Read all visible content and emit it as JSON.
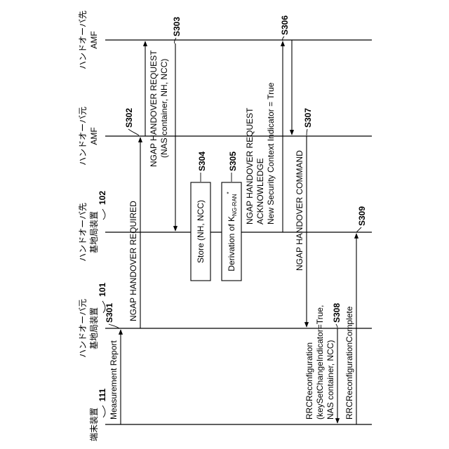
{
  "lanes": {
    "target_amf": {
      "line1": "ハンドオーバ先",
      "line2": "AMF"
    },
    "source_amf": {
      "line1": "ハンドオーバ元",
      "line2": "AMF"
    },
    "target_bs": {
      "line1": "ハンドオーバ先",
      "line2": "基地局装置",
      "ref": "102"
    },
    "source_bs": {
      "line1": "ハンドオーバ元",
      "line2": "基地局装置",
      "ref": "101"
    },
    "terminal": {
      "line1": "端末装置",
      "ref": "111"
    }
  },
  "steps": {
    "s301": {
      "id": "S301",
      "label": "Measurement Report"
    },
    "s302": {
      "id": "S302",
      "label": "NGAP HANDOVER REQUIRED"
    },
    "s303": {
      "id": "S303",
      "line1": "NGAP HANDOVER REQUEST",
      "line2": "(NAS container, NH, NCC)"
    },
    "s304": {
      "id": "S304",
      "label": "Store (NH, NCC)"
    },
    "s305": {
      "id": "S305",
      "label_prefix": "Derivation of K",
      "label_sub": "NG-RAN",
      "label_sup": "*"
    },
    "s306": {
      "id": "S306",
      "line1": "NGAP HANDOVER REQUEST",
      "line2": "ACKNOWLEDGE",
      "line3": "New Security Context Indicator = True"
    },
    "s307": {
      "id": "S307",
      "label": "NGAP HANDOVER COMMAND"
    },
    "s308": {
      "id": "S308",
      "line1": "RRCReconfiguration",
      "line2": "(keySetChangeIndicator=True,",
      "line3": "NAS container, NCC)"
    },
    "s309": {
      "id": "S309",
      "label": "RRCReconfigurationComplete"
    }
  }
}
